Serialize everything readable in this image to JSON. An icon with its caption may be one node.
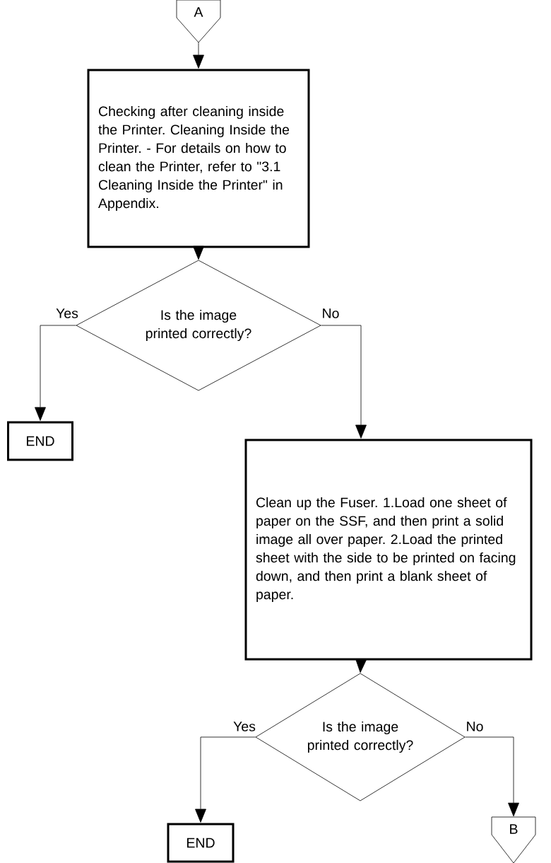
{
  "diagram": {
    "nodes": [
      {
        "text": [
          "A"
        ]
      },
      {
        "text": [
          "Checking after cleaning inside the Printer. Cleaning Inside the Printer. - For details on how to clean the Printer, refer to \"3.1 Cleaning Inside the Printer\" in Appendix."
        ]
      },
      {
        "text": [
          "Is the image printed correctly?"
        ]
      },
      {
        "text": [
          "END"
        ]
      },
      {
        "text": [
          "Clean up the Fuser. 1.Load one sheet of paper on the SSF, and then print a solid image all over paper. 2.Load the printed sheet with the side to be printed on facing down, and then print a blank sheet of paper."
        ]
      },
      {
        "text": [
          "Is the image printed correctly?"
        ]
      },
      {
        "text": [
          "END"
        ]
      },
      {
        "text": [
          "B"
        ]
      }
    ],
    "edges": [
      {
        "from": 0,
        "to": 1,
        "arrow": "to"
      },
      {
        "from": 1,
        "to": 2,
        "arrow": "to"
      },
      {
        "from": 2,
        "to": 3,
        "arrow": "to",
        "label": "Yes"
      },
      {
        "from": 2,
        "to": 4,
        "arrow": "to",
        "label": "No"
      },
      {
        "from": 4,
        "to": 5,
        "arrow": "to"
      },
      {
        "from": 5,
        "to": 6,
        "arrow": "to",
        "label": "Yes"
      },
      {
        "from": 5,
        "to": 7,
        "arrow": "to",
        "label": "No"
      }
    ]
  }
}
